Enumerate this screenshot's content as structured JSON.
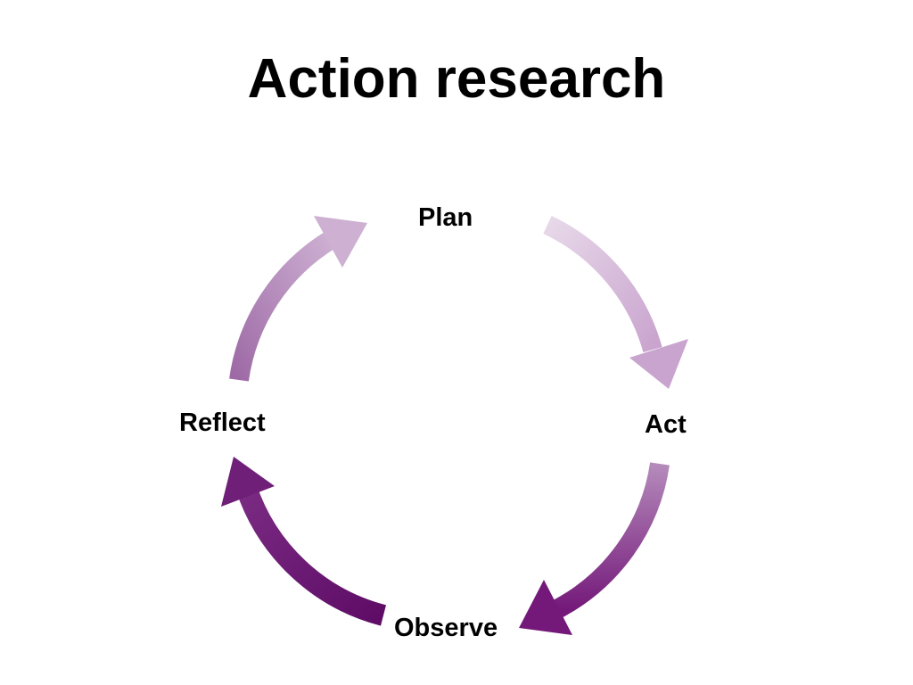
{
  "title": "Action research",
  "stages": [
    {
      "label": "Plan"
    },
    {
      "label": "Act"
    },
    {
      "label": "Observe"
    },
    {
      "label": "Reflect"
    }
  ],
  "arrows": [
    {
      "from": "Plan",
      "to": "Act",
      "color": "#d8bfdc"
    },
    {
      "from": "Act",
      "to": "Observe",
      "color": "#8e4a92"
    },
    {
      "from": "Observe",
      "to": "Reflect",
      "color": "#6a1470"
    },
    {
      "from": "Reflect",
      "to": "Plan",
      "color": "#a97cb0"
    }
  ]
}
